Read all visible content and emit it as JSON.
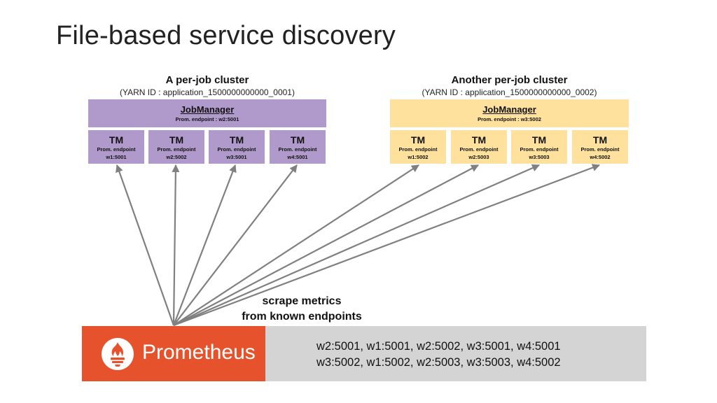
{
  "title": "File-based service discovery",
  "cluster1": {
    "title": "A per-job cluster",
    "subtitle": "(YARN ID : application_1500000000000_0001)",
    "jobmanager": {
      "label": "JobManager",
      "endpoint": "Prom. endpoint : w2:5001"
    },
    "taskmanagers": [
      {
        "label": "TM",
        "ep_label": "Prom. endpoint",
        "ep": "w1:5001"
      },
      {
        "label": "TM",
        "ep_label": "Prom. endpoint",
        "ep": "w2:5002"
      },
      {
        "label": "TM",
        "ep_label": "Prom. endpoint",
        "ep": "w3:5001"
      },
      {
        "label": "TM",
        "ep_label": "Prom. endpoint",
        "ep": "w4:5001"
      }
    ]
  },
  "cluster2": {
    "title": "Another per-job cluster",
    "subtitle": "(YARN ID : application_1500000000000_0002)",
    "jobmanager": {
      "label": "JobManager",
      "endpoint": "Prom. endpoint : w3:5002"
    },
    "taskmanagers": [
      {
        "label": "TM",
        "ep_label": "Prom. endpoint",
        "ep": "w1:5002"
      },
      {
        "label": "TM",
        "ep_label": "Prom. endpoint",
        "ep": "w2:5003"
      },
      {
        "label": "TM",
        "ep_label": "Prom. endpoint",
        "ep": "w3:5003"
      },
      {
        "label": "TM",
        "ep_label": "Prom. endpoint",
        "ep": "w4:5002"
      }
    ]
  },
  "scrape": {
    "line1": "scrape metrics",
    "line2": "from known endpoints"
  },
  "prometheus": {
    "name": "Prometheus",
    "icon": "prometheus-flame-icon"
  },
  "endpoints": {
    "line1": "w2:5001, w1:5001, w2:5002, w3:5001, w4:5001",
    "line2": "w3:5002, w1:5002, w2:5003, w3:5003, w4:5002"
  },
  "colors": {
    "cluster1": "#b09acb",
    "cluster2": "#fde19c",
    "prometheus": "#e6522c",
    "endpoints_bg": "#d4d4d4",
    "arrow": "#808080"
  }
}
